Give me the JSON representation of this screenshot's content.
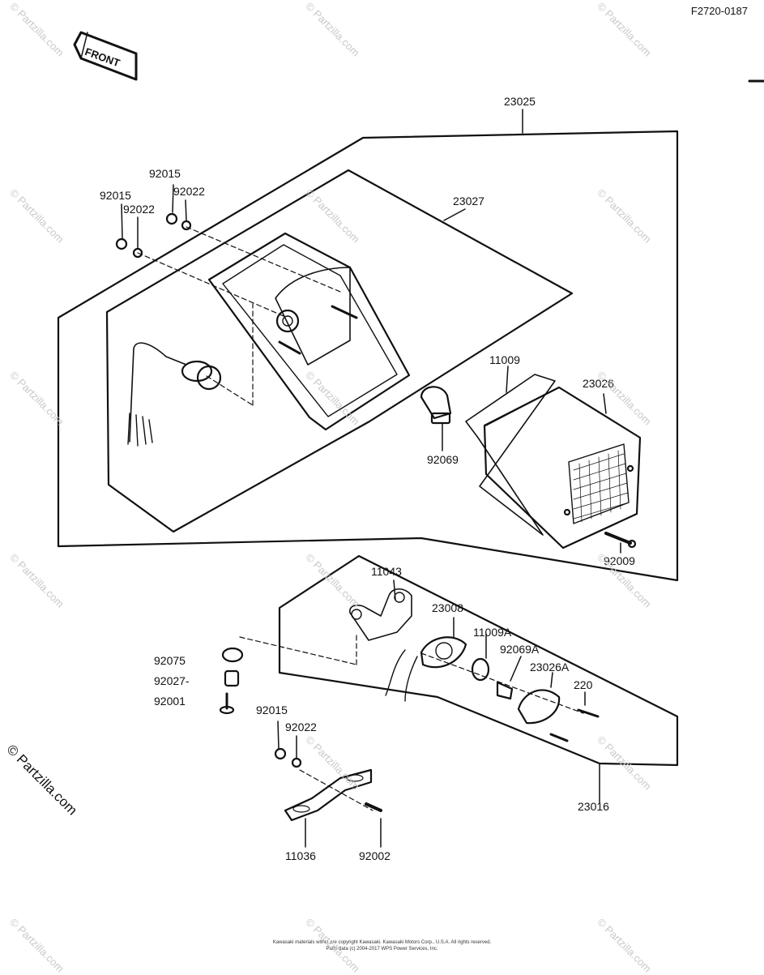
{
  "figure_number": "F2720-0187",
  "front_label": "FRONT",
  "watermark": "© Partzilla.com",
  "copyright": {
    "line1": "Kawasaki materials within are copyright Kawasaki. Kawasaki Motors Corp., U.S.A. All rights reserved.",
    "line2": "Parts data (c) 2004-2017 WPS Power Services, Inc."
  },
  "part_labels": {
    "p23025": "23025",
    "p23027": "23027",
    "p92015_a": "92015",
    "p92022_a": "92022",
    "p92015_b": "92015",
    "p92022_b": "92022",
    "p11009": "11009",
    "p23026": "23026",
    "p92069": "92069",
    "p92009": "92009",
    "p11043": "11043",
    "p23008": "23008",
    "p11009A": "11009A",
    "p92069A": "92069A",
    "p23026A": "23026A",
    "p220": "220",
    "p92075": "92075",
    "p92027": "92027-",
    "p92001": "92001",
    "p92015_c": "92015",
    "p92022_c": "92022",
    "p23016": "23016",
    "p11036": "11036",
    "p92002": "92002"
  }
}
